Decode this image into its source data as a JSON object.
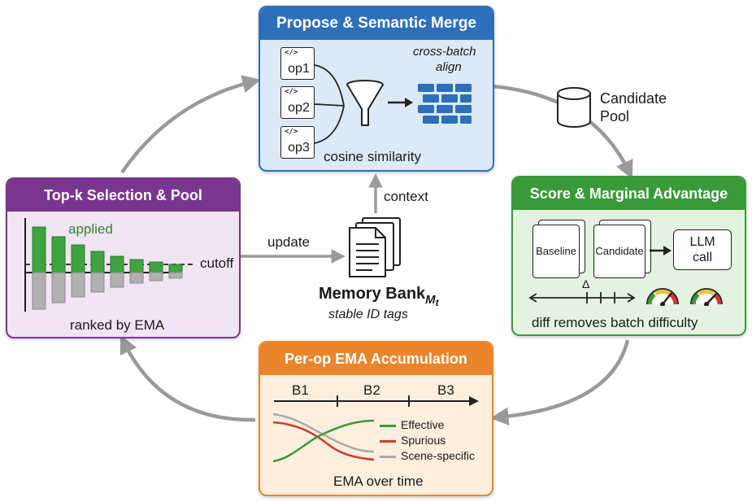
{
  "propose": {
    "title": "Propose & Semantic Merge",
    "ops": [
      "op1",
      "op2",
      "op3"
    ],
    "code_glyph": "</>",
    "cross_batch": "cross-batch",
    "align": "align",
    "cosine": "cosine similarity"
  },
  "candidate_pool": {
    "line1": "Candidate",
    "line2": "Pool"
  },
  "score": {
    "title": "Score & Marginal Advantage",
    "baseline": "Baseline",
    "candidate": "Candidate",
    "llm_line1": "LLM",
    "llm_line2": "call",
    "delta": "Δ",
    "caption": "diff removes batch difficulty"
  },
  "ema": {
    "title": "Per-op EMA Accumulation",
    "batches": [
      "B1",
      "B2",
      "B3"
    ],
    "legend": [
      "Effective",
      "Spurious",
      "Scene-specific"
    ],
    "caption": "EMA over time"
  },
  "topk": {
    "title": "Top-k Selection & Pool",
    "applied": "applied",
    "cutoff": "cutoff",
    "caption": "ranked by EMA"
  },
  "memory": {
    "title": "Memory Bank",
    "subscript": "M",
    "subscript_t": "t",
    "subtitle": "stable ID tags"
  },
  "edges": {
    "context": "context",
    "update": "update"
  },
  "colors": {
    "blue": "#2e6fba",
    "blue_fill": "#dce9f6",
    "green": "#3a9a3a",
    "green_fill": "#e4f2e1",
    "orange": "#e9852c",
    "orange_fill": "#fdeedd",
    "purple": "#7a3590",
    "purple_fill": "#f1e4f3",
    "arrow": "#9a9a9a"
  }
}
